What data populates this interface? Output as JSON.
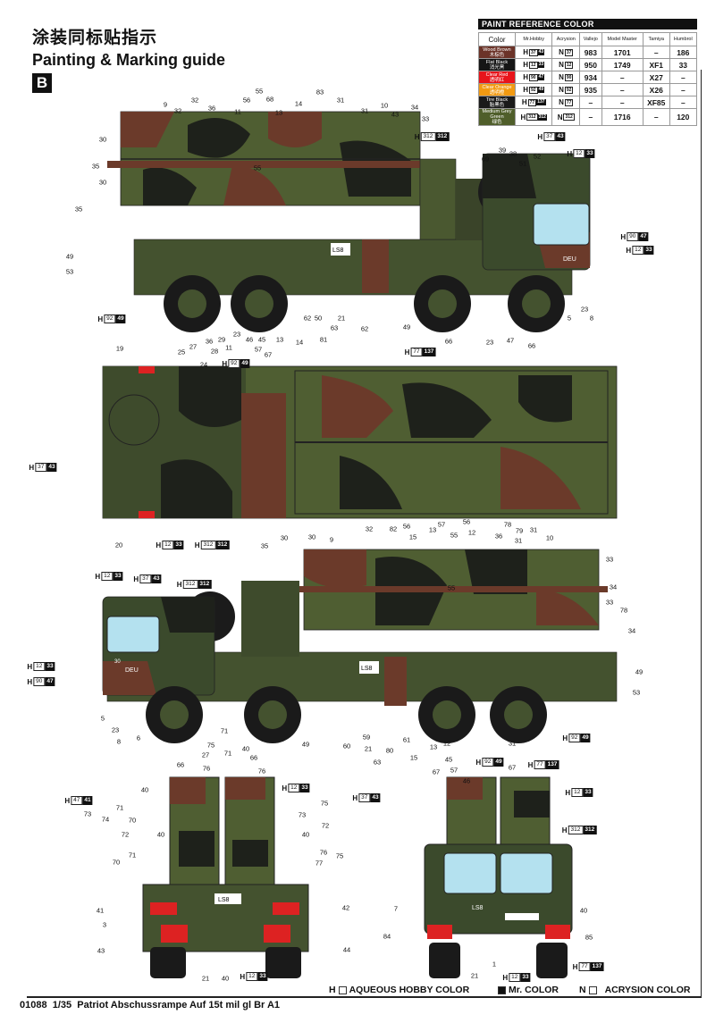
{
  "header": {
    "title_cn": "涂装同标贴指示",
    "title_en": "Painting & Marking guide",
    "section_badge": "B"
  },
  "paint_reference": {
    "title": "PAINT  REFERENCE COLOR",
    "columns": [
      "Color",
      "Mr.Hobby",
      "Acrysion",
      "Vallejo",
      "Model Master",
      "Tamiya",
      "Humbrol"
    ],
    "rows": [
      {
        "name": "Wood Brown",
        "name_cn": "木棕色",
        "color": "#6b3328",
        "h": "37",
        "m": "43",
        "n": "37",
        "vallejo": "983",
        "model_master": "1701",
        "tamiya": "–",
        "humbrol": "186"
      },
      {
        "name": "Flat Black",
        "name_cn": "消光黑",
        "color": "#151515",
        "h": "12",
        "m": "33",
        "n": "12",
        "vallejo": "950",
        "model_master": "1749",
        "tamiya": "XF1",
        "humbrol": "33"
      },
      {
        "name": "Clear Red",
        "name_cn": "透明红",
        "color": "#e8141b",
        "h": "90",
        "m": "47",
        "n": "90",
        "vallejo": "934",
        "model_master": "–",
        "tamiya": "X27",
        "humbrol": "–"
      },
      {
        "name": "Clear Orange",
        "name_cn": "透明橙",
        "color": "#f29a12",
        "h": "92",
        "m": "49",
        "n": "92",
        "vallejo": "935",
        "model_master": "–",
        "tamiya": "X26",
        "humbrol": "–"
      },
      {
        "name": "Tire Black",
        "name_cn": "胎黑色",
        "color": "#1a1a1a",
        "h": "77",
        "m": "137",
        "n": "77",
        "vallejo": "–",
        "model_master": "–",
        "tamiya": "XF85",
        "humbrol": "–"
      },
      {
        "name": "Medium Grey Green",
        "name_cn": "绿色",
        "color": "#4f5e2a",
        "h": "312",
        "m": "312",
        "n": "312",
        "vallejo": "–",
        "model_master": "1716",
        "tamiya": "–",
        "humbrol": "120"
      }
    ]
  },
  "callouts": {
    "view_right_side": [
      "9",
      "32",
      "32",
      "36",
      "56",
      "11",
      "55",
      "68",
      "13",
      "14",
      "83",
      "31",
      "31",
      "10",
      "43",
      "34",
      "33",
      "30",
      "35",
      "30",
      "35",
      "49",
      "53",
      "39",
      "38",
      "51",
      "52",
      "69",
      "55",
      "25",
      "27",
      "24",
      "36",
      "28",
      "29",
      "11",
      "23",
      "46",
      "45",
      "57",
      "67",
      "13",
      "14",
      "62",
      "50",
      "21",
      "63",
      "81",
      "62",
      "49",
      "66",
      "23",
      "47",
      "66",
      "5",
      "23",
      "8"
    ],
    "view_top": [
      "19",
      "20"
    ],
    "view_left_side": [
      "35",
      "30",
      "30",
      "9",
      "32",
      "82",
      "56",
      "15",
      "13",
      "57",
      "55",
      "56",
      "12",
      "36",
      "78",
      "79",
      "31",
      "31",
      "10",
      "33",
      "34",
      "33",
      "78",
      "34",
      "49",
      "53",
      "5",
      "23",
      "8",
      "6",
      "75",
      "27",
      "71",
      "40",
      "49",
      "60",
      "59",
      "21",
      "63",
      "80",
      "61",
      "15",
      "13",
      "12",
      "45",
      "57",
      "67",
      "46",
      "67",
      "31",
      "55"
    ],
    "view_rear": [
      "66",
      "76",
      "71",
      "76",
      "66",
      "40",
      "73",
      "71",
      "74",
      "70",
      "72",
      "40",
      "71",
      "70",
      "41",
      "3",
      "43",
      "75",
      "73",
      "72",
      "40",
      "76",
      "75",
      "77",
      "42",
      "44",
      "21",
      "40"
    ],
    "view_front": [
      "7",
      "84",
      "40",
      "85",
      "21",
      "1"
    ]
  },
  "paint_callouts": [
    {
      "h": "92",
      "m": "49"
    },
    {
      "h": "92",
      "m": "49"
    },
    {
      "h": "77",
      "m": "137"
    },
    {
      "h": "312",
      "m": "312"
    },
    {
      "h": "37",
      "m": "43"
    },
    {
      "h": "12",
      "m": "33"
    },
    {
      "h": "90",
      "m": "47"
    },
    {
      "h": "12",
      "m": "33"
    },
    {
      "h": "37",
      "m": "43"
    },
    {
      "h": "12",
      "m": "33"
    },
    {
      "h": "312",
      "m": "312"
    },
    {
      "h": "12",
      "m": "33"
    },
    {
      "h": "37",
      "m": "43"
    },
    {
      "h": "312",
      "m": "312"
    },
    {
      "h": "12",
      "m": "33"
    },
    {
      "h": "90",
      "m": "47"
    },
    {
      "h": "92",
      "m": "49"
    },
    {
      "h": "92",
      "m": "49"
    },
    {
      "h": "77",
      "m": "137"
    },
    {
      "h": "47",
      "m": "41"
    },
    {
      "h": "12",
      "m": "33"
    },
    {
      "h": "12",
      "m": "33"
    },
    {
      "h": "37",
      "m": "43"
    },
    {
      "h": "12",
      "m": "33"
    },
    {
      "h": "312",
      "m": "312"
    },
    {
      "h": "12",
      "m": "33"
    },
    {
      "h": "77",
      "m": "137"
    }
  ],
  "vehicle_markings": {
    "plate": "LS8",
    "country": "DEU",
    "number": "30"
  },
  "legend": {
    "aqueous": "AQUEOUS HOBBY COLOR",
    "mr_color": "Mr. COLOR",
    "acrysion": "ACRYSION COLOR",
    "h_prefix": "H",
    "n_prefix": "N"
  },
  "footer": {
    "code": "01088",
    "scale": "1/35",
    "name": "Patriot Abschussrampe Auf 15t mil gl Br A1"
  }
}
